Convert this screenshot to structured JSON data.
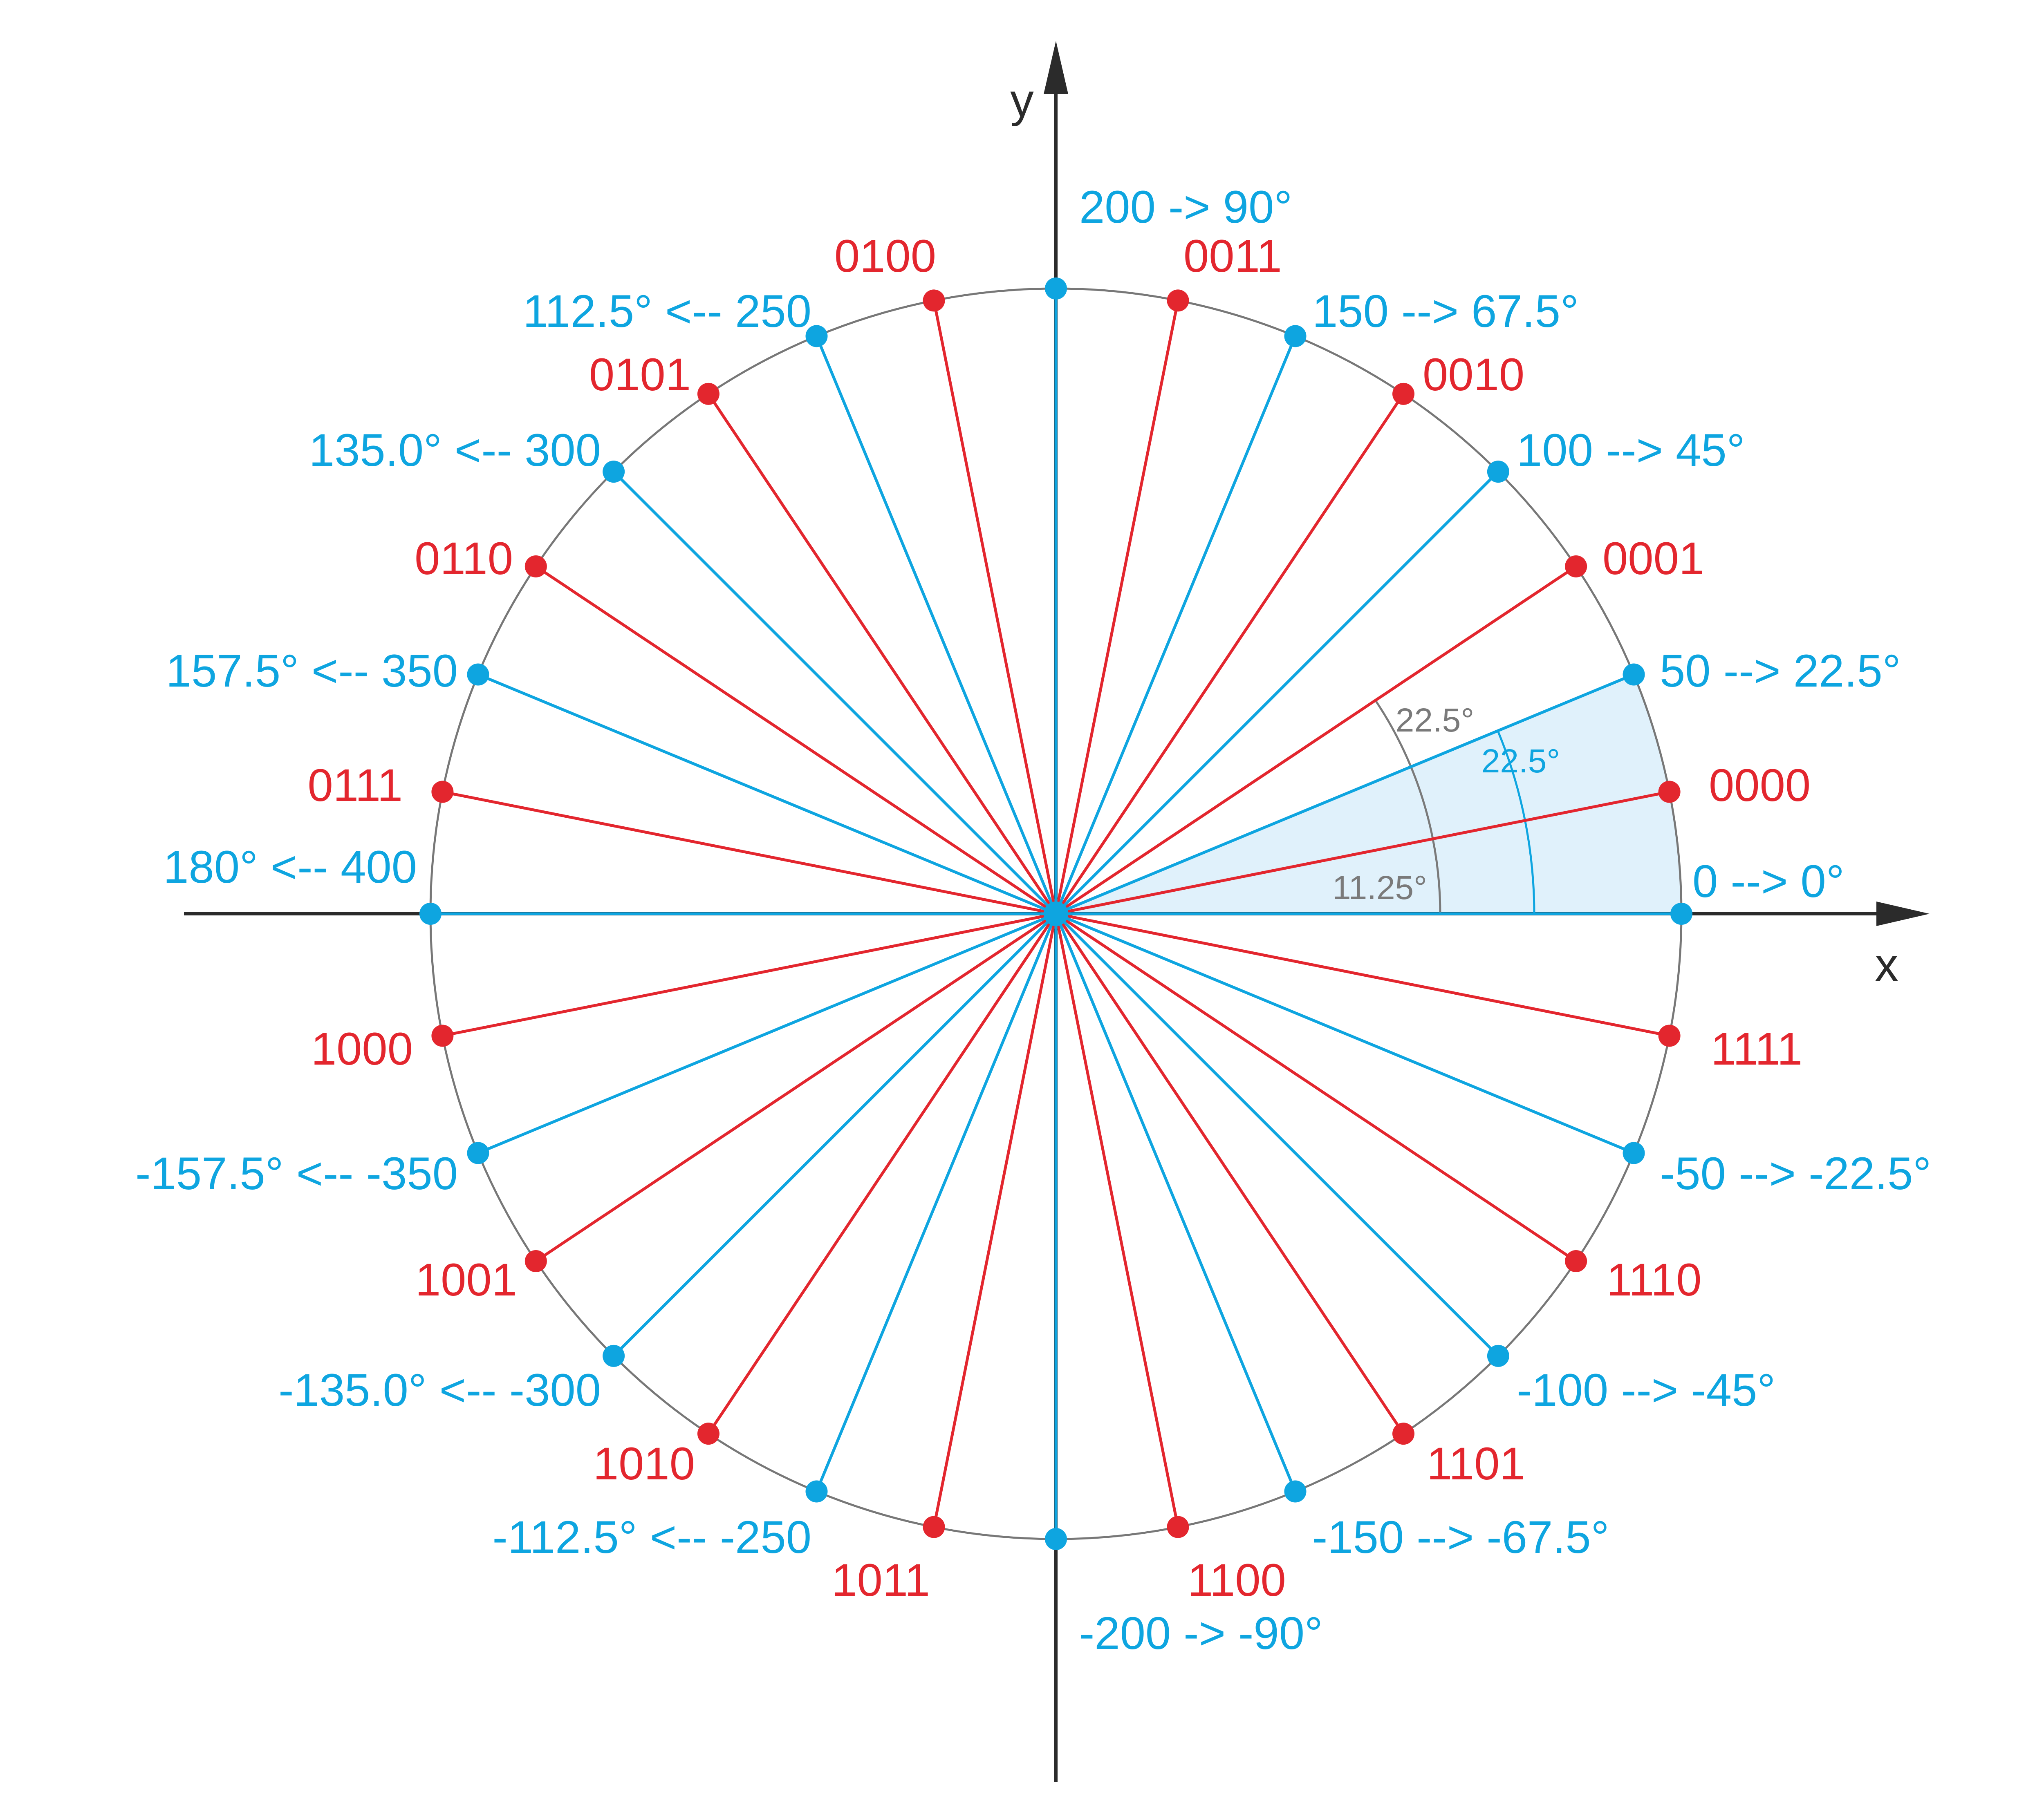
{
  "axes": {
    "x_label": "x",
    "y_label": "y"
  },
  "colors": {
    "blue": "#0ea5e0",
    "red": "#e3262e",
    "axis": "#2b2b2b",
    "circle": "#777777",
    "sector_fill": "#e0f1fb",
    "gray_text": "#7a7a7a"
  },
  "blue_spokes": [
    {
      "angle": 0,
      "label": "0 --> 0°"
    },
    {
      "angle": 22.5,
      "label": "50 --> 22.5°"
    },
    {
      "angle": 45,
      "label": "100 --> 45°"
    },
    {
      "angle": 67.5,
      "label": "150 --> 67.5°"
    },
    {
      "angle": 90,
      "label": "200 -> 90°"
    },
    {
      "angle": 112.5,
      "label": "112.5° <-- 250"
    },
    {
      "angle": 135,
      "label": "135.0° <-- 300"
    },
    {
      "angle": 157.5,
      "label": "157.5° <-- 350"
    },
    {
      "angle": 180,
      "label": "180° <-- 400"
    },
    {
      "angle": -157.5,
      "label": "-157.5° <-- -350"
    },
    {
      "angle": -135,
      "label": "-135.0° <-- -300"
    },
    {
      "angle": -112.5,
      "label": "-112.5° <-- -250"
    },
    {
      "angle": -90,
      "label": "-200 -> -90°"
    },
    {
      "angle": -67.5,
      "label": "-150 --> -67.5°"
    },
    {
      "angle": -45,
      "label": "-100 --> -45°"
    },
    {
      "angle": -22.5,
      "label": "-50 --> -22.5°"
    }
  ],
  "red_spokes": [
    {
      "angle": 11.25,
      "label": "0000"
    },
    {
      "angle": 33.75,
      "label": "0001"
    },
    {
      "angle": 56.25,
      "label": "0010"
    },
    {
      "angle": 78.75,
      "label": "0011"
    },
    {
      "angle": 101.25,
      "label": "0100"
    },
    {
      "angle": 123.75,
      "label": "0101"
    },
    {
      "angle": 146.25,
      "label": "0110"
    },
    {
      "angle": 168.75,
      "label": "0111"
    },
    {
      "angle": -168.75,
      "label": "1000"
    },
    {
      "angle": -146.25,
      "label": "1001"
    },
    {
      "angle": -123.75,
      "label": "1010"
    },
    {
      "angle": -101.25,
      "label": "1011"
    },
    {
      "angle": -78.75,
      "label": "1100"
    },
    {
      "angle": -56.25,
      "label": "1101"
    },
    {
      "angle": -33.75,
      "label": "1110"
    },
    {
      "angle": -11.25,
      "label": "1111"
    }
  ],
  "annotations": {
    "sector_angle": "22.5°",
    "gray_arc_outer": "22.5°",
    "gray_arc_inner": "11.25°"
  }
}
